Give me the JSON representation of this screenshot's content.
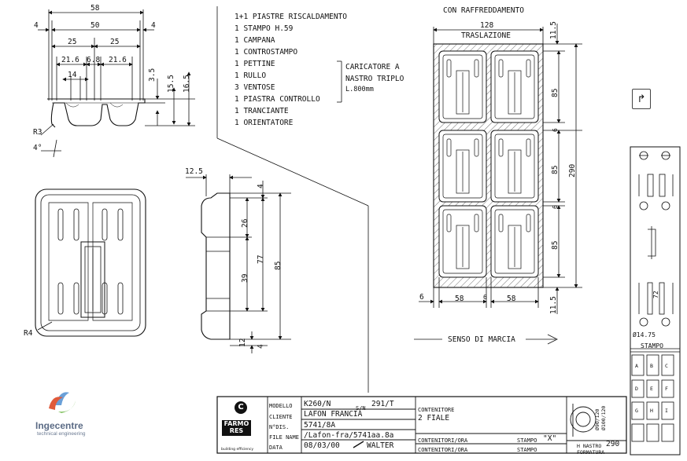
{
  "components_list": {
    "lines": [
      "1+1 PIASTRE RISCALDAMENTO",
      "  1 STAMPO H.59",
      "  1 CAMPANA",
      "  1 CONTROSTAMPO",
      "  1 PETTINE",
      "  1 RULLO",
      "  3 VENTOSE",
      "  1 PIASTRA CONTROLLO",
      "  1 TRANCIANTE",
      "  1 ORIENTATORE"
    ],
    "loader_note": [
      "CARICATORE A",
      "NASTRO TRIPLO",
      "L.800mm"
    ]
  },
  "section_view": {
    "dims": {
      "total_width": "58",
      "inner_width": "50",
      "left_margin": "4",
      "right_margin": "4",
      "cell_left": "25",
      "cell_right": "25",
      "sub_left": "21.6",
      "sub_mid": "6.8",
      "sub_right": "21.6",
      "rib": "14",
      "h_small": "3.5",
      "h_mid": "15.5",
      "h_total": "16.5",
      "radius": "R3",
      "angle": "4°"
    }
  },
  "plan_view": {
    "radius": "R4"
  },
  "side_view": {
    "dims": {
      "flange": "12.5",
      "top": "4",
      "seg1": "26",
      "seg2": "39",
      "inner": "77",
      "total": "85",
      "bottom": "12",
      "bottom_small": "4"
    }
  },
  "layout_view": {
    "title": "CON RAFFREDDAMENTO",
    "subtitle": "TRASLAZIONE",
    "width": "128",
    "top_margin": "11.5",
    "bottom_margin": "11.5",
    "pitch": "85",
    "gap": "6",
    "total_height": "290",
    "cell_width": "58",
    "side_margin": "6",
    "direction_label": "SENSO DI MARCIA"
  },
  "stampo_panel": {
    "diameter": "Ø14.75",
    "label": "STAMPO",
    "dim_72": "72",
    "grid_labels": [
      [
        "A",
        "B",
        "C"
      ],
      [
        "D",
        "E",
        "F"
      ],
      [
        "G",
        "H",
        "I"
      ]
    ]
  },
  "title_block": {
    "labels": {
      "modello": "MODELLO",
      "cliente": "CLIENTE",
      "ndis": "N°DIS.",
      "file": "FILE NAME",
      "data": "DATA",
      "sn": "S/N",
      "contenitore": "CONTENITORE",
      "cont_ora_1": "CONTENITORI/ORA",
      "cont_ora_2": "CONTENITORI/ORA",
      "stampo_1": "STAMPO",
      "stampo_2": "STAMPO",
      "h_nastro": "H NASTRO",
      "formatura": "FORMATURA",
      "building": "building efficiency"
    },
    "values": {
      "modello": "K260/N",
      "sn": "291/T",
      "cliente": "LAFON FRANCIA",
      "ndis": "5741/8A",
      "file": "/Lafon-fra/5741aa.8a",
      "data": "08/03/00",
      "author": "WALTER",
      "contenitore": "2 FIALE",
      "stampo_x": "\"X\"",
      "h_nastro_val": "290",
      "circle_dims": [
        "Ø90/120",
        "Ø100/120"
      ]
    },
    "brand": [
      "FARMO",
      "RES"
    ]
  },
  "logo": {
    "name": "Ingecentre",
    "tagline": "technical engineering"
  }
}
